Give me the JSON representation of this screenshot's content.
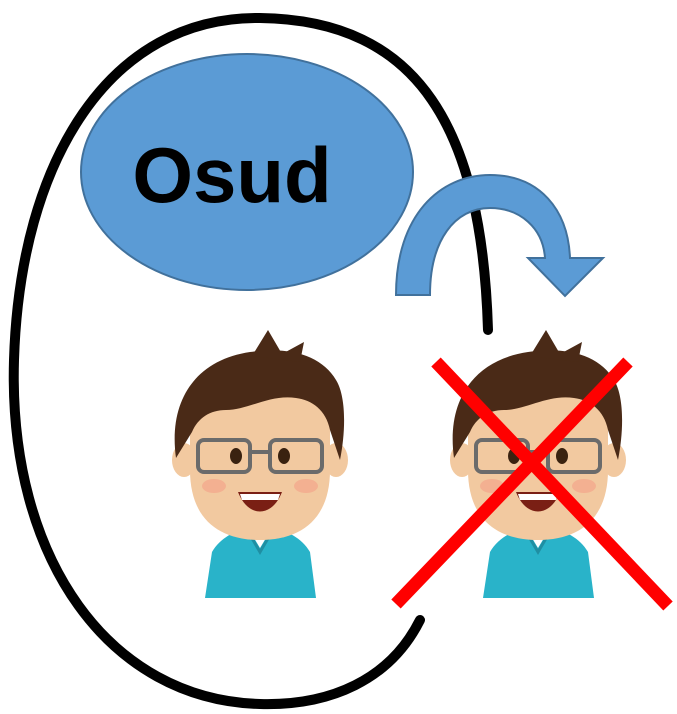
{
  "bubble": {
    "label": "Osud",
    "fill_color": "#5b9bd5",
    "stroke_color": "#41719c"
  },
  "outline_color": "#000000",
  "arrow_color": "#5b9bd5",
  "cross_color": "#ff0000",
  "people": [
    {
      "name": "person-kept",
      "crossed": false
    },
    {
      "name": "person-removed",
      "crossed": true
    }
  ],
  "palette": {
    "hair": "#4a2a17",
    "skin": "#f2c9a0",
    "cheek": "#f4a58a",
    "glasses": "#6b6b6b",
    "shirt": "#29b3c9",
    "mouth": "#7a1f14"
  }
}
